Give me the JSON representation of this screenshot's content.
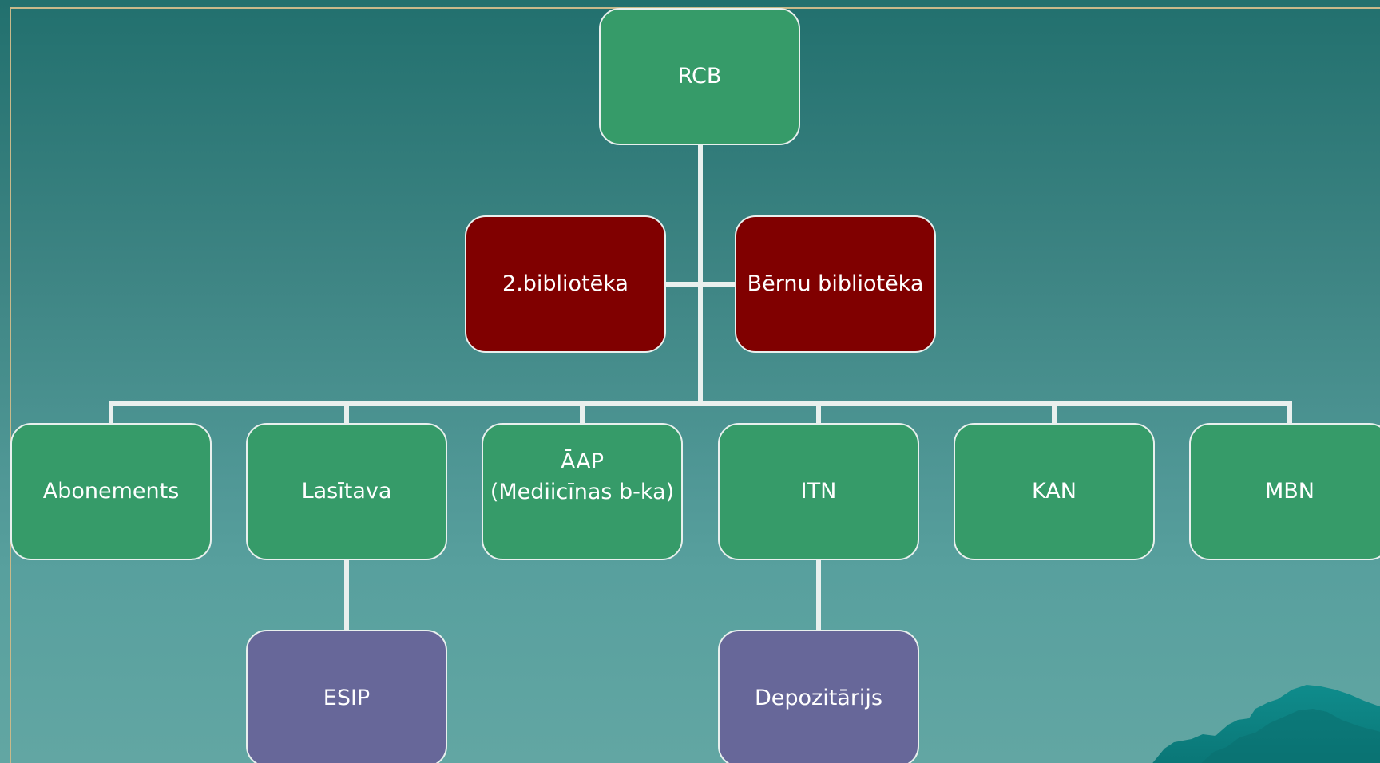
{
  "org_chart": {
    "root": {
      "label": "RCB"
    },
    "assistants": [
      {
        "label": "2.bibliotēka"
      },
      {
        "label": "Bērnu bibliotēka"
      }
    ],
    "departments": [
      {
        "label": "Abonements"
      },
      {
        "label": "Lasītava"
      },
      {
        "label": "ĀAP\n(Mediicīnas b-ka)"
      },
      {
        "label": "ITN"
      },
      {
        "label": "KAN"
      },
      {
        "label": "MBN"
      }
    ],
    "subunits": [
      {
        "label": "ESIP",
        "parent": "Lasītava"
      },
      {
        "label": "Depozitārijs",
        "parent": "ITN"
      }
    ]
  },
  "colors": {
    "background_top": "#22706e",
    "background_bottom": "#62a6a3",
    "root_and_departments": "#369b69",
    "assistants": "#800000",
    "subunits": "#676799",
    "connectors": "#e9f0ee",
    "frame": "#c8b98a"
  }
}
